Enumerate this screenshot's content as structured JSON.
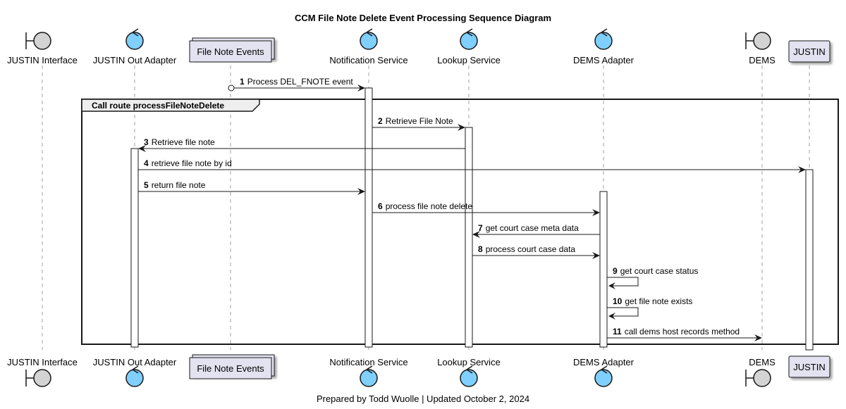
{
  "diagram": {
    "title": "CCM File Note Delete Event Processing Sequence Diagram",
    "footer": "Prepared by Todd Wuolle | Updated October 2, 2024",
    "participants": [
      {
        "id": "justin_interface",
        "label": "JUSTIN Interface",
        "type": "boundary"
      },
      {
        "id": "justin_out_adapter",
        "label": "JUSTIN Out Adapter",
        "type": "control"
      },
      {
        "id": "file_note_events",
        "label": "File Note Events",
        "type": "collections"
      },
      {
        "id": "notification_service",
        "label": "Notification Service",
        "type": "control"
      },
      {
        "id": "lookup_service",
        "label": "Lookup Service",
        "type": "control"
      },
      {
        "id": "dems_adapter",
        "label": "DEMS Adapter",
        "type": "control"
      },
      {
        "id": "dems",
        "label": "DEMS",
        "type": "boundary"
      },
      {
        "id": "justin",
        "label": "JUSTIN",
        "type": "participant"
      }
    ],
    "group": {
      "label": "Call route processFileNoteDelete"
    },
    "messages": [
      {
        "num": "1",
        "text": "Process DEL_FNOTE event",
        "from": "file_note_events",
        "to": "notification_service"
      },
      {
        "num": "2",
        "text": "Retrieve File Note",
        "from": "notification_service",
        "to": "lookup_service"
      },
      {
        "num": "3",
        "text": "Retrieve file note",
        "from": "lookup_service",
        "to": "justin_out_adapter"
      },
      {
        "num": "4",
        "text": "retrieve file note by id",
        "from": "justin_out_adapter",
        "to": "justin"
      },
      {
        "num": "5",
        "text": "return file note",
        "from": "justin_out_adapter",
        "to": "notification_service"
      },
      {
        "num": "6",
        "text": "process file note delete",
        "from": "notification_service",
        "to": "dems_adapter"
      },
      {
        "num": "7",
        "text": "get court case meta data",
        "from": "dems_adapter",
        "to": "lookup_service"
      },
      {
        "num": "8",
        "text": "process court case data",
        "from": "lookup_service",
        "to": "dems_adapter"
      },
      {
        "num": "9",
        "text": "get court case status",
        "from": "dems_adapter",
        "to": "dems_adapter"
      },
      {
        "num": "10",
        "text": "get file note exists",
        "from": "dems_adapter",
        "to": "dems_adapter"
      },
      {
        "num": "11",
        "text": "call dems host records method",
        "from": "dems_adapter",
        "to": "dems"
      }
    ],
    "colors": {
      "control_fill": "#7fcfff",
      "boundary_fill": "#d3d3d3",
      "participant_fill": "#e2e2f0",
      "participant_border": "#181818",
      "lifeline": "#a0a0a0",
      "frame_header": "#eeeeee"
    }
  }
}
